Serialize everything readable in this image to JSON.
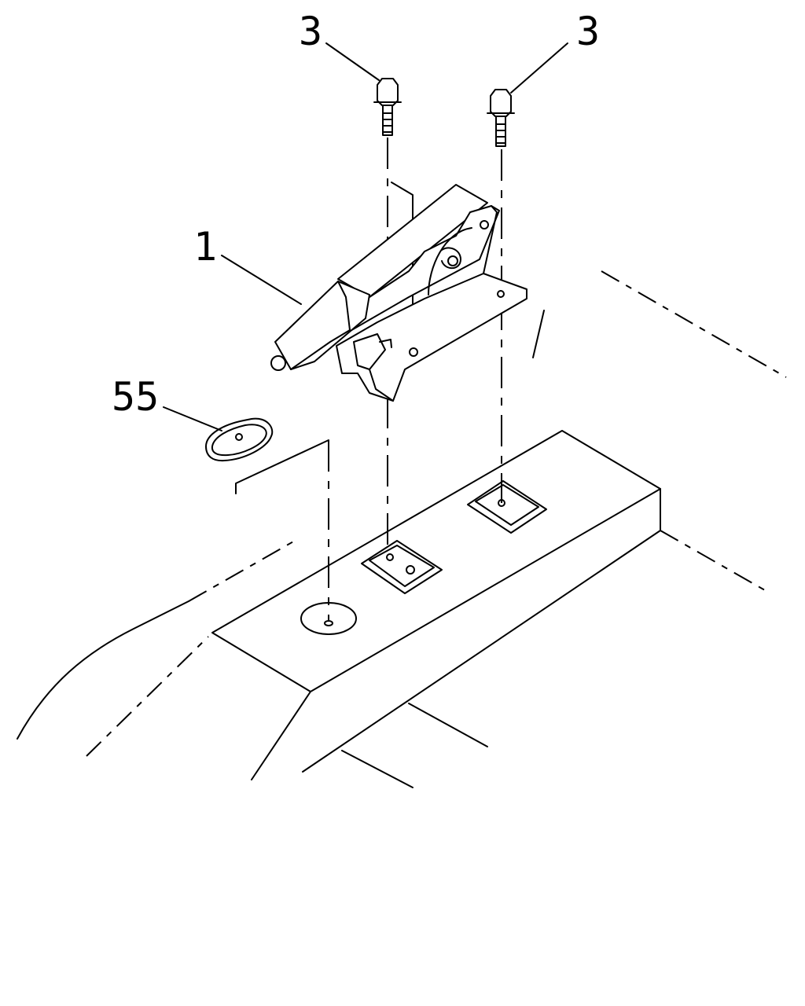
{
  "callouts": [
    {
      "id": "bolt-left",
      "label": "3"
    },
    {
      "id": "bolt-right",
      "label": "3"
    },
    {
      "id": "lever",
      "label": "1"
    },
    {
      "id": "cover",
      "label": "55"
    }
  ]
}
